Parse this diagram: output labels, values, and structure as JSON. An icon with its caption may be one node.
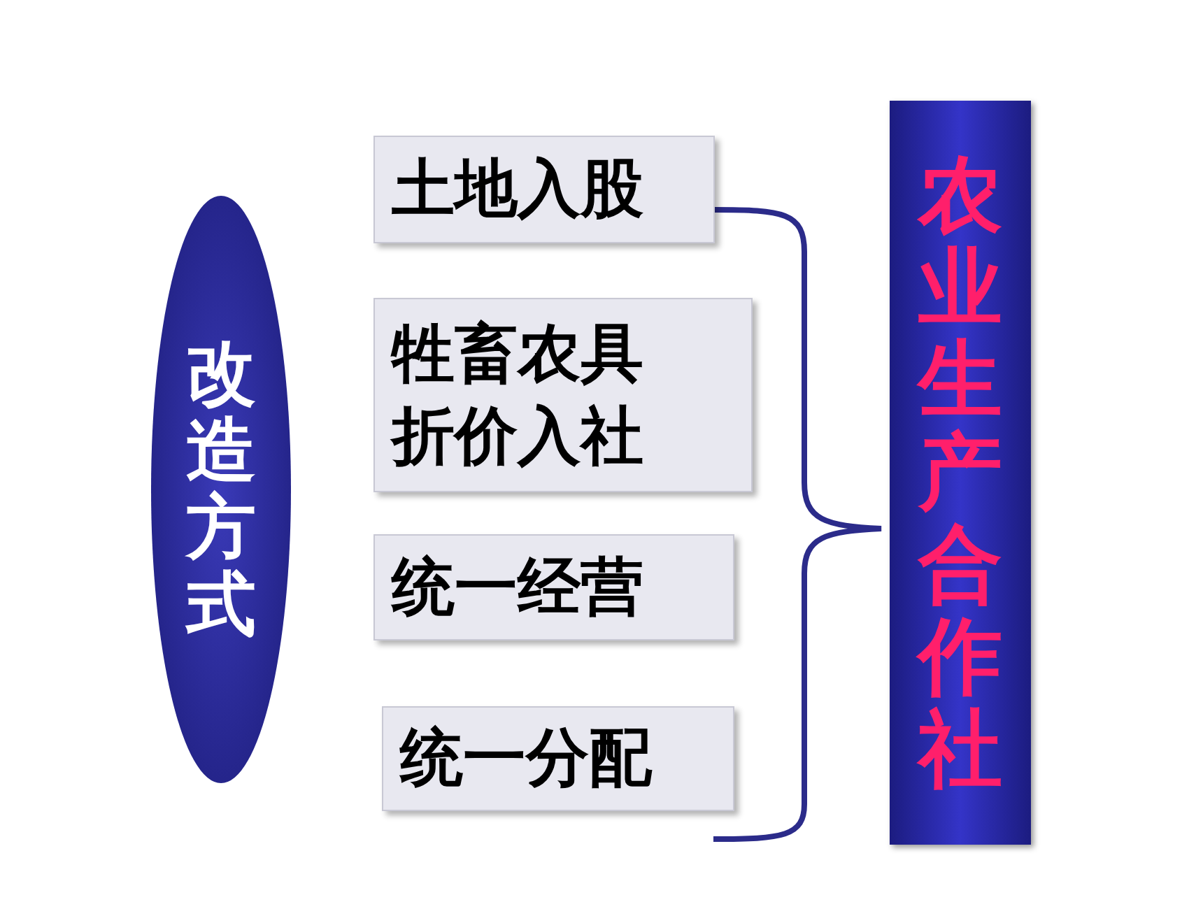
{
  "diagram": {
    "nodes": [
      {
        "text": [
          "改造方式"
        ]
      },
      {
        "text": [
          "土地入股"
        ]
      },
      {
        "text": [
          "牲畜农具折价入社"
        ]
      },
      {
        "text": [
          "统一经营"
        ]
      },
      {
        "text": [
          "统一分配"
        ]
      },
      {
        "text": [
          "农业生产合作社"
        ]
      }
    ]
  }
}
